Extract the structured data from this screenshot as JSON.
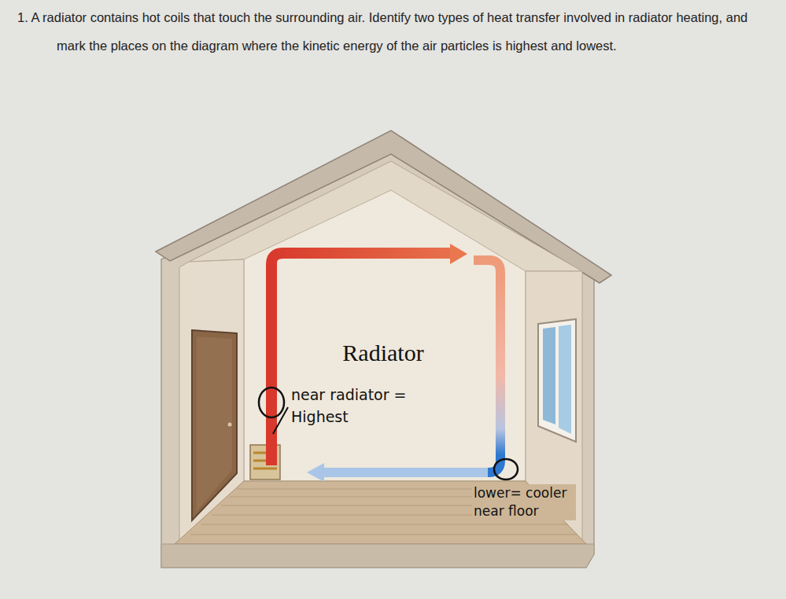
{
  "diagram": {
    "title": "1. A radiator contains hot coils that touch the surrounding air. Identify two types of heat transfer involved in radiator heating, and mark the places on the diagram where the kinetic energy of the air particles is highest and lowest.",
    "labels": [
      "Radiator",
      "near radiator = Highest",
      "lower= cooler near floor"
    ]
  }
}
